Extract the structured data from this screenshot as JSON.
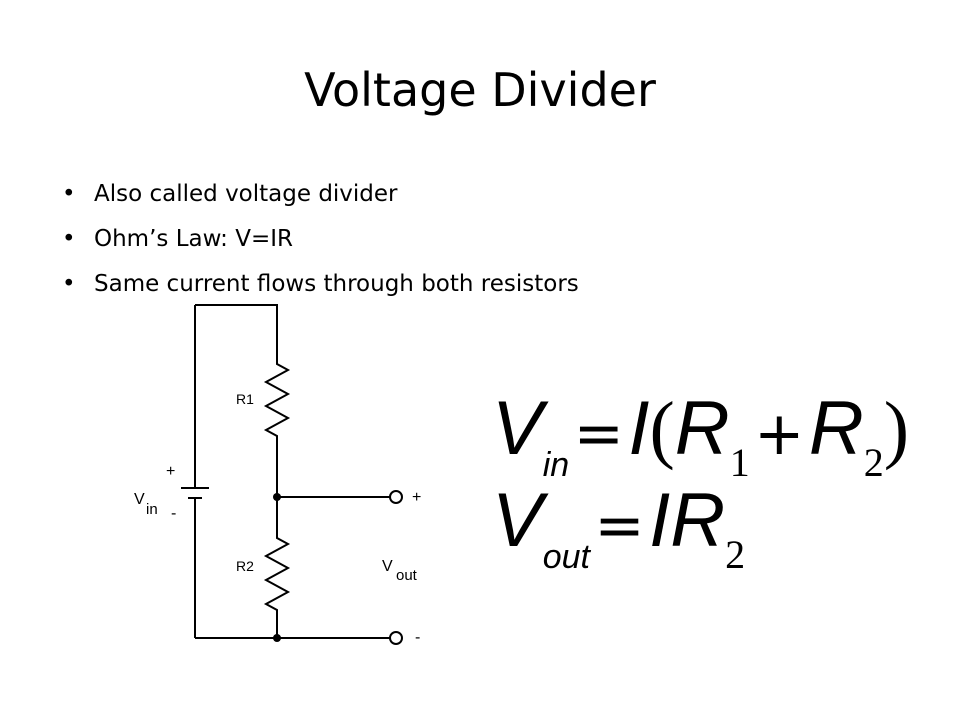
{
  "slide": {
    "title": "Voltage Divider",
    "bullets": [
      "Also called voltage divider",
      "Ohm’s Law: V=IR",
      "Same current flows through both resistors"
    ]
  },
  "circuit": {
    "r1_label": "R1",
    "r2_label": "R2",
    "vin_label": "V",
    "vin_sub": "in",
    "vin_plus": "+",
    "vin_minus": "-",
    "vout_label": "V",
    "vout_sub": "out",
    "vout_plus": "+",
    "vout_minus": "-"
  },
  "equations": {
    "eq1": {
      "lhs": "V",
      "lhs_sub": "in",
      "equals": "=",
      "current": "I",
      "open_paren": "(",
      "r_a": "R",
      "r_a_sub": "1",
      "plus": "+",
      "r_b": "R",
      "r_b_sub": "2",
      "close_paren": ")"
    },
    "eq2": {
      "lhs": "V",
      "lhs_sub": "out",
      "equals": "=",
      "rhs": "IR",
      "rhs_sub": "2"
    }
  }
}
